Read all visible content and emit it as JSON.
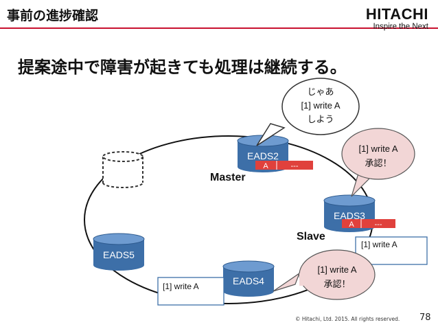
{
  "header": {
    "title": "事前の進捗確認"
  },
  "logo": {
    "brand": "HITACHI",
    "tagline": "Inspire the Next"
  },
  "headline": "提案途中で障害が起きても処理は継続する。",
  "nodes": {
    "eads2": "EADS2",
    "eads3": "EADS3",
    "eads4": "EADS4",
    "eads5": "EADS5"
  },
  "roles": {
    "master": "Master",
    "slave": "Slave"
  },
  "logs": {
    "eads2": {
      "entry": "A",
      "pending": "---"
    },
    "eads3": {
      "entry": "A",
      "pending": "---"
    }
  },
  "bubbles": {
    "proposal": [
      "じゃあ",
      "[1] write A",
      "しよう"
    ],
    "ack_eads3": [
      "[1] write A",
      "承認！"
    ],
    "ack_eads4": [
      "[1] write A",
      "承認！"
    ]
  },
  "notes": {
    "eads3": "[1] write A",
    "eads4": "[1] write A"
  },
  "footer": {
    "copyright": "© Hitachi, Ltd. 2015. All rights reserved.",
    "page": "78"
  },
  "colors": {
    "accent_red": "#c8102e",
    "node_blue": "#3d6fa8",
    "node_top": "#6e9bd0",
    "bubble_fill": "#f2d6d6",
    "log_red": "#e0413c",
    "note_border": "#3d6fa8"
  }
}
